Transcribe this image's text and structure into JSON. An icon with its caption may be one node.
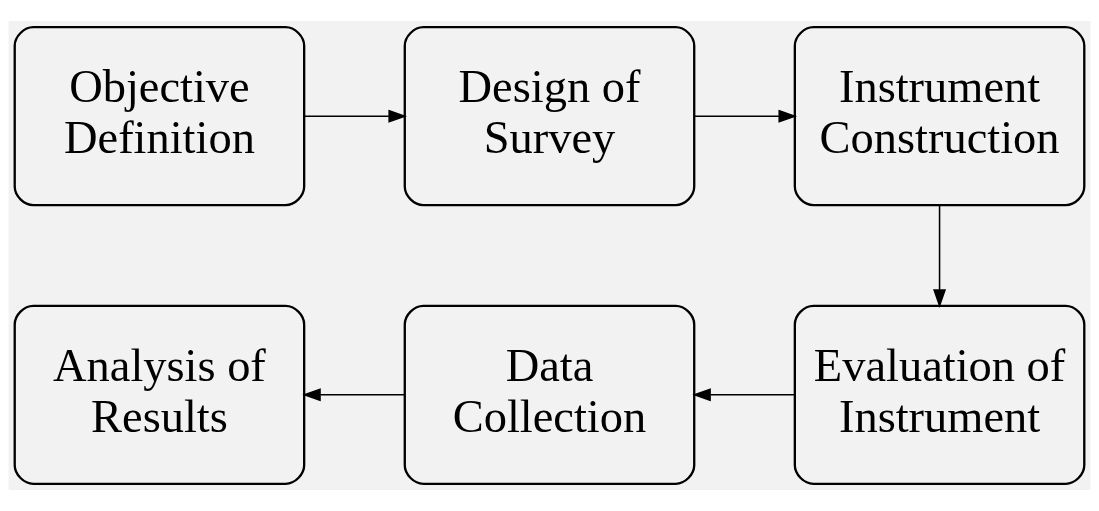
{
  "diagram": {
    "nodes": [
      {
        "text": [
          "Objective Definition"
        ]
      },
      {
        "text": [
          "Design of Survey"
        ]
      },
      {
        "text": [
          "Instrument Construction"
        ]
      },
      {
        "text": [
          "Evaluation of Instrument"
        ]
      },
      {
        "text": [
          "Data Collection"
        ]
      },
      {
        "text": [
          "Analysis of Results"
        ]
      }
    ],
    "edges": [
      {
        "from": 0,
        "to": 1,
        "arrow": "to"
      },
      {
        "from": 1,
        "to": 2,
        "arrow": "to"
      },
      {
        "from": 2,
        "to": 3,
        "arrow": "to"
      },
      {
        "from": 3,
        "to": 4,
        "arrow": "to"
      },
      {
        "from": 4,
        "to": 5,
        "arrow": "to"
      }
    ]
  }
}
